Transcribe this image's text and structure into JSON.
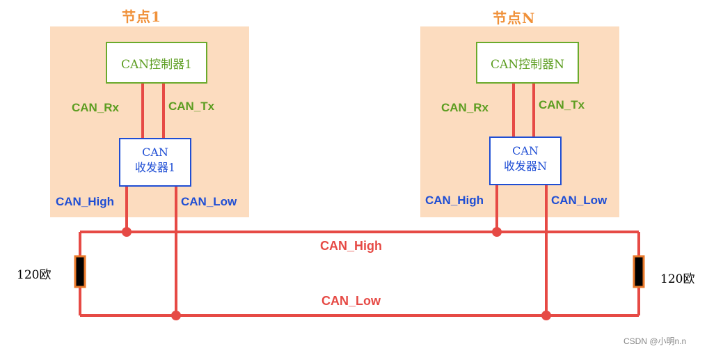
{
  "node1": {
    "title": "节点1",
    "controller": "CAN控制器1",
    "rx_label": "CAN_Rx",
    "tx_label": "CAN_Tx",
    "transceiver_line1": "CAN",
    "transceiver_line2": "收发器1",
    "high_label": "CAN_High",
    "low_label": "CAN_Low"
  },
  "nodeN": {
    "title": "节点N",
    "controller": "CAN控制器N",
    "rx_label": "CAN_Rx",
    "tx_label": "CAN_Tx",
    "transceiver_line1": "CAN",
    "transceiver_line2": "收发器N",
    "high_label": "CAN_High",
    "low_label": "CAN_Low"
  },
  "bus": {
    "high_label": "CAN_High",
    "low_label": "CAN_Low",
    "left_terminator": "120欧",
    "right_terminator": "120欧"
  },
  "watermark": "CSDN @小明n.n",
  "colors": {
    "node_bg": "#fcdcbf",
    "wire": "#e64a45",
    "controller": "#6aaa2c",
    "transceiver": "#1f4ed4",
    "title": "#f0913a"
  }
}
